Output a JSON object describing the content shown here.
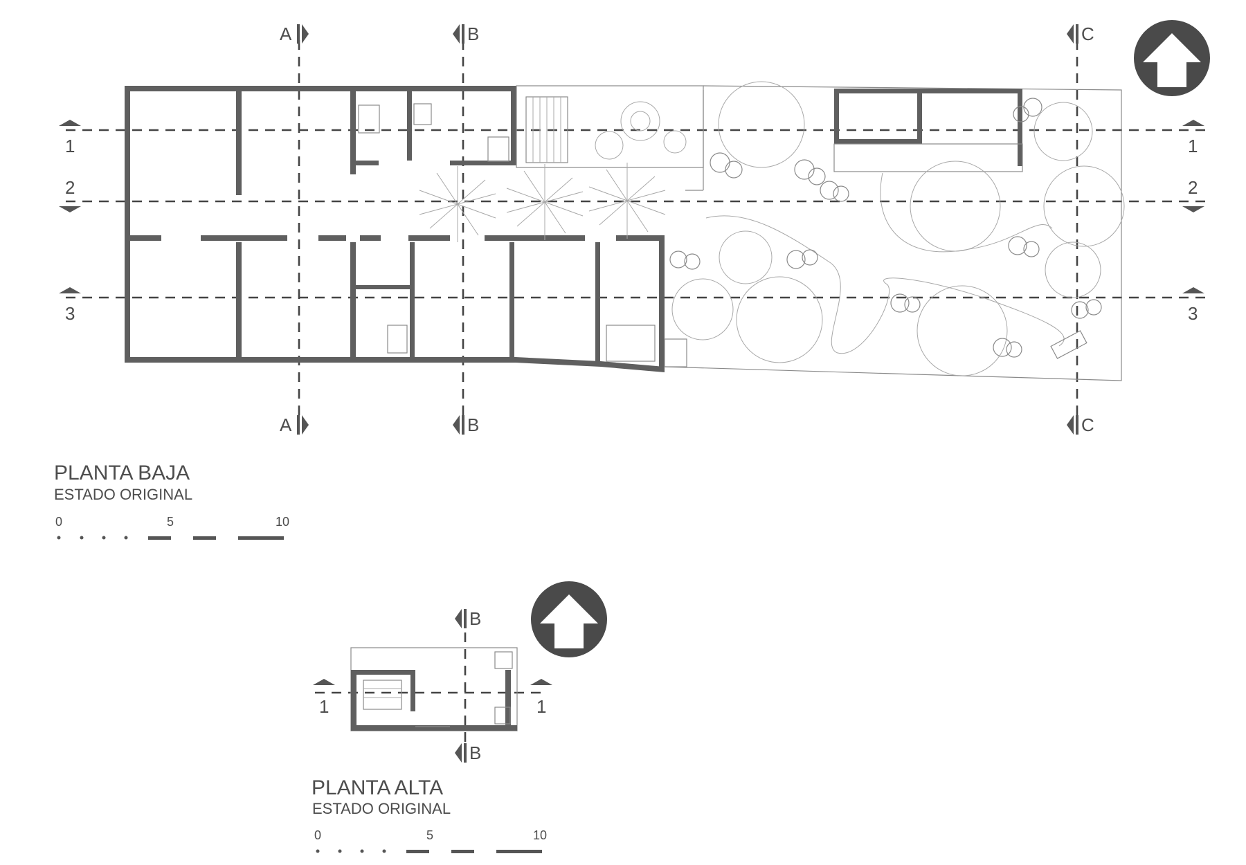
{
  "ground_floor": {
    "title": "PLANTA BAJA",
    "subtitle": "ESTADO ORIGINAL",
    "scale_labels": [
      "0",
      "5",
      "10"
    ],
    "section_markers": {
      "A": "A",
      "B": "B",
      "C": "C",
      "row1": "1",
      "row2": "2",
      "row3": "3"
    }
  },
  "upper_floor": {
    "title": "PLANTA ALTA",
    "subtitle": "ESTADO ORIGINAL",
    "scale_labels": [
      "0",
      "5",
      "10"
    ],
    "section_markers": {
      "B": "B",
      "row1": "1"
    }
  },
  "north_arrow": {
    "icon": "north-arrow-icon",
    "color": "#4a4a4a"
  },
  "colors": {
    "walls": "#5f5f5f",
    "linework": "#8a8a8a",
    "text": "#4d4d4d"
  }
}
